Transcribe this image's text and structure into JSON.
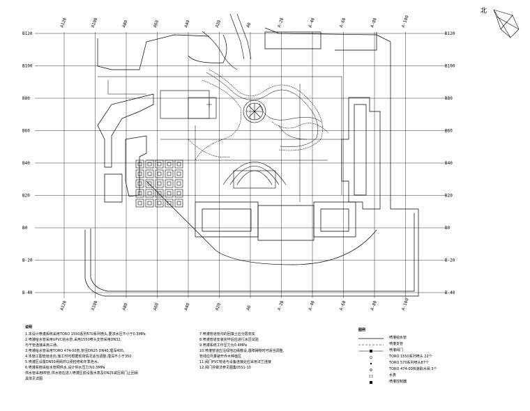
{
  "grid": {
    "top_labels": [
      "A120",
      "A100",
      "A80",
      "A60",
      "A40",
      "A20",
      "A0",
      "A-20",
      "A-40",
      "A-60",
      "A-80",
      "A-100"
    ],
    "bottom_labels": [
      "A120",
      "A100",
      "A80",
      "A60",
      "A40",
      "A20",
      "A0",
      "A-20",
      "A-40",
      "A-60",
      "A-80",
      "A-100"
    ],
    "left_labels": [
      "B120",
      "B100",
      "B80",
      "B60",
      "B40",
      "B20",
      "B0",
      "B-20",
      "B-40"
    ],
    "right_labels": [
      "B120",
      "B100",
      "B80",
      "B60",
      "B40",
      "B20",
      "B0",
      "B-20",
      "B-40"
    ]
  },
  "compass": {
    "label": "北"
  },
  "notes": {
    "title": "说明",
    "left": [
      "1.本设计喷灌系统采用TORO 1550系列570系列喷头,要求水压不小于0.3MPa",
      "2.喷灌给水管采用UPVC给水管,采用1550喷头支管采用DN32,",
      "  与干管连接采用三通。",
      "3.喷灌给水管采用TORO 474-00管,管径DN25 DN40,埋深400,",
      "4.本施工图管道走向,施工时可根据现场情况适当调整,埋深不小于350",
      "5.喷灌区设置DN50闸阀井以便检修和冬季泄水。",
      "6.喷灌系统由给水管网供水,设计供水压力为0.3MPa",
      "  供水管采用PE管,供水管在进入喷灌区前设置水表及DN25减压阀门止回阀",
      "  具体见详图"
    ],
    "right": [
      "7.喷灌管道管沟的回填土应分层夯实",
      "8.喷灌管道安装完毕后应进行水压试验",
      "9.喷灌系统工作压力为0.4MPa",
      "10.喷灌管道应沿绿地边缘敷设,遇障碍物时可适当调整,",
      "   管线应尽量避开乔木种植区",
      "11.阀门PVC管道与设备连接处应采用法兰连接",
      "12.阀门井做法参见图集05S1-10"
    ]
  },
  "legend": {
    "title": "图例",
    "items": [
      "喷灌给水管",
      "喷灌支管",
      "喷灌阀门",
      "TORO 1550系列喷头  22个",
      "TORO 570系列喷头87个",
      "TORO 474-00快速取水阀  3个",
      "水表",
      "喷灌控制器"
    ]
  },
  "colors": {
    "line": "#000000",
    "background": "#ffffff",
    "grid": "#000000"
  }
}
